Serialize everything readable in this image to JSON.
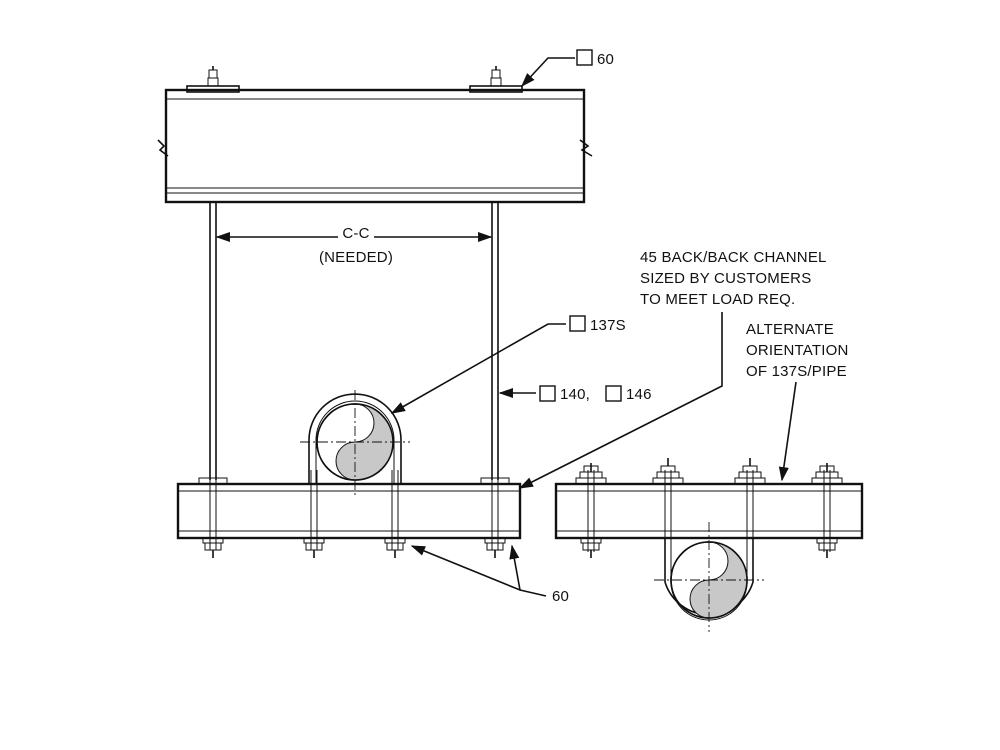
{
  "labels": {
    "top_clamp_ref": "60",
    "center_to_center": "C-C",
    "center_to_center_note": "(NEEDED)",
    "pipe_clamp_ref": "137S",
    "rod_ref_a": "140,",
    "rod_ref_b": "146",
    "channel_note_line1": "45 BACK/BACK CHANNEL",
    "channel_note_line2": "SIZED BY CUSTOMERS",
    "channel_note_line3": "TO MEET LOAD REQ.",
    "alternate_line1": "ALTERNATE",
    "alternate_line2": "ORIENTATION",
    "alternate_line3": "OF 137S/PIPE",
    "bottom_clamp_ref": "60"
  }
}
